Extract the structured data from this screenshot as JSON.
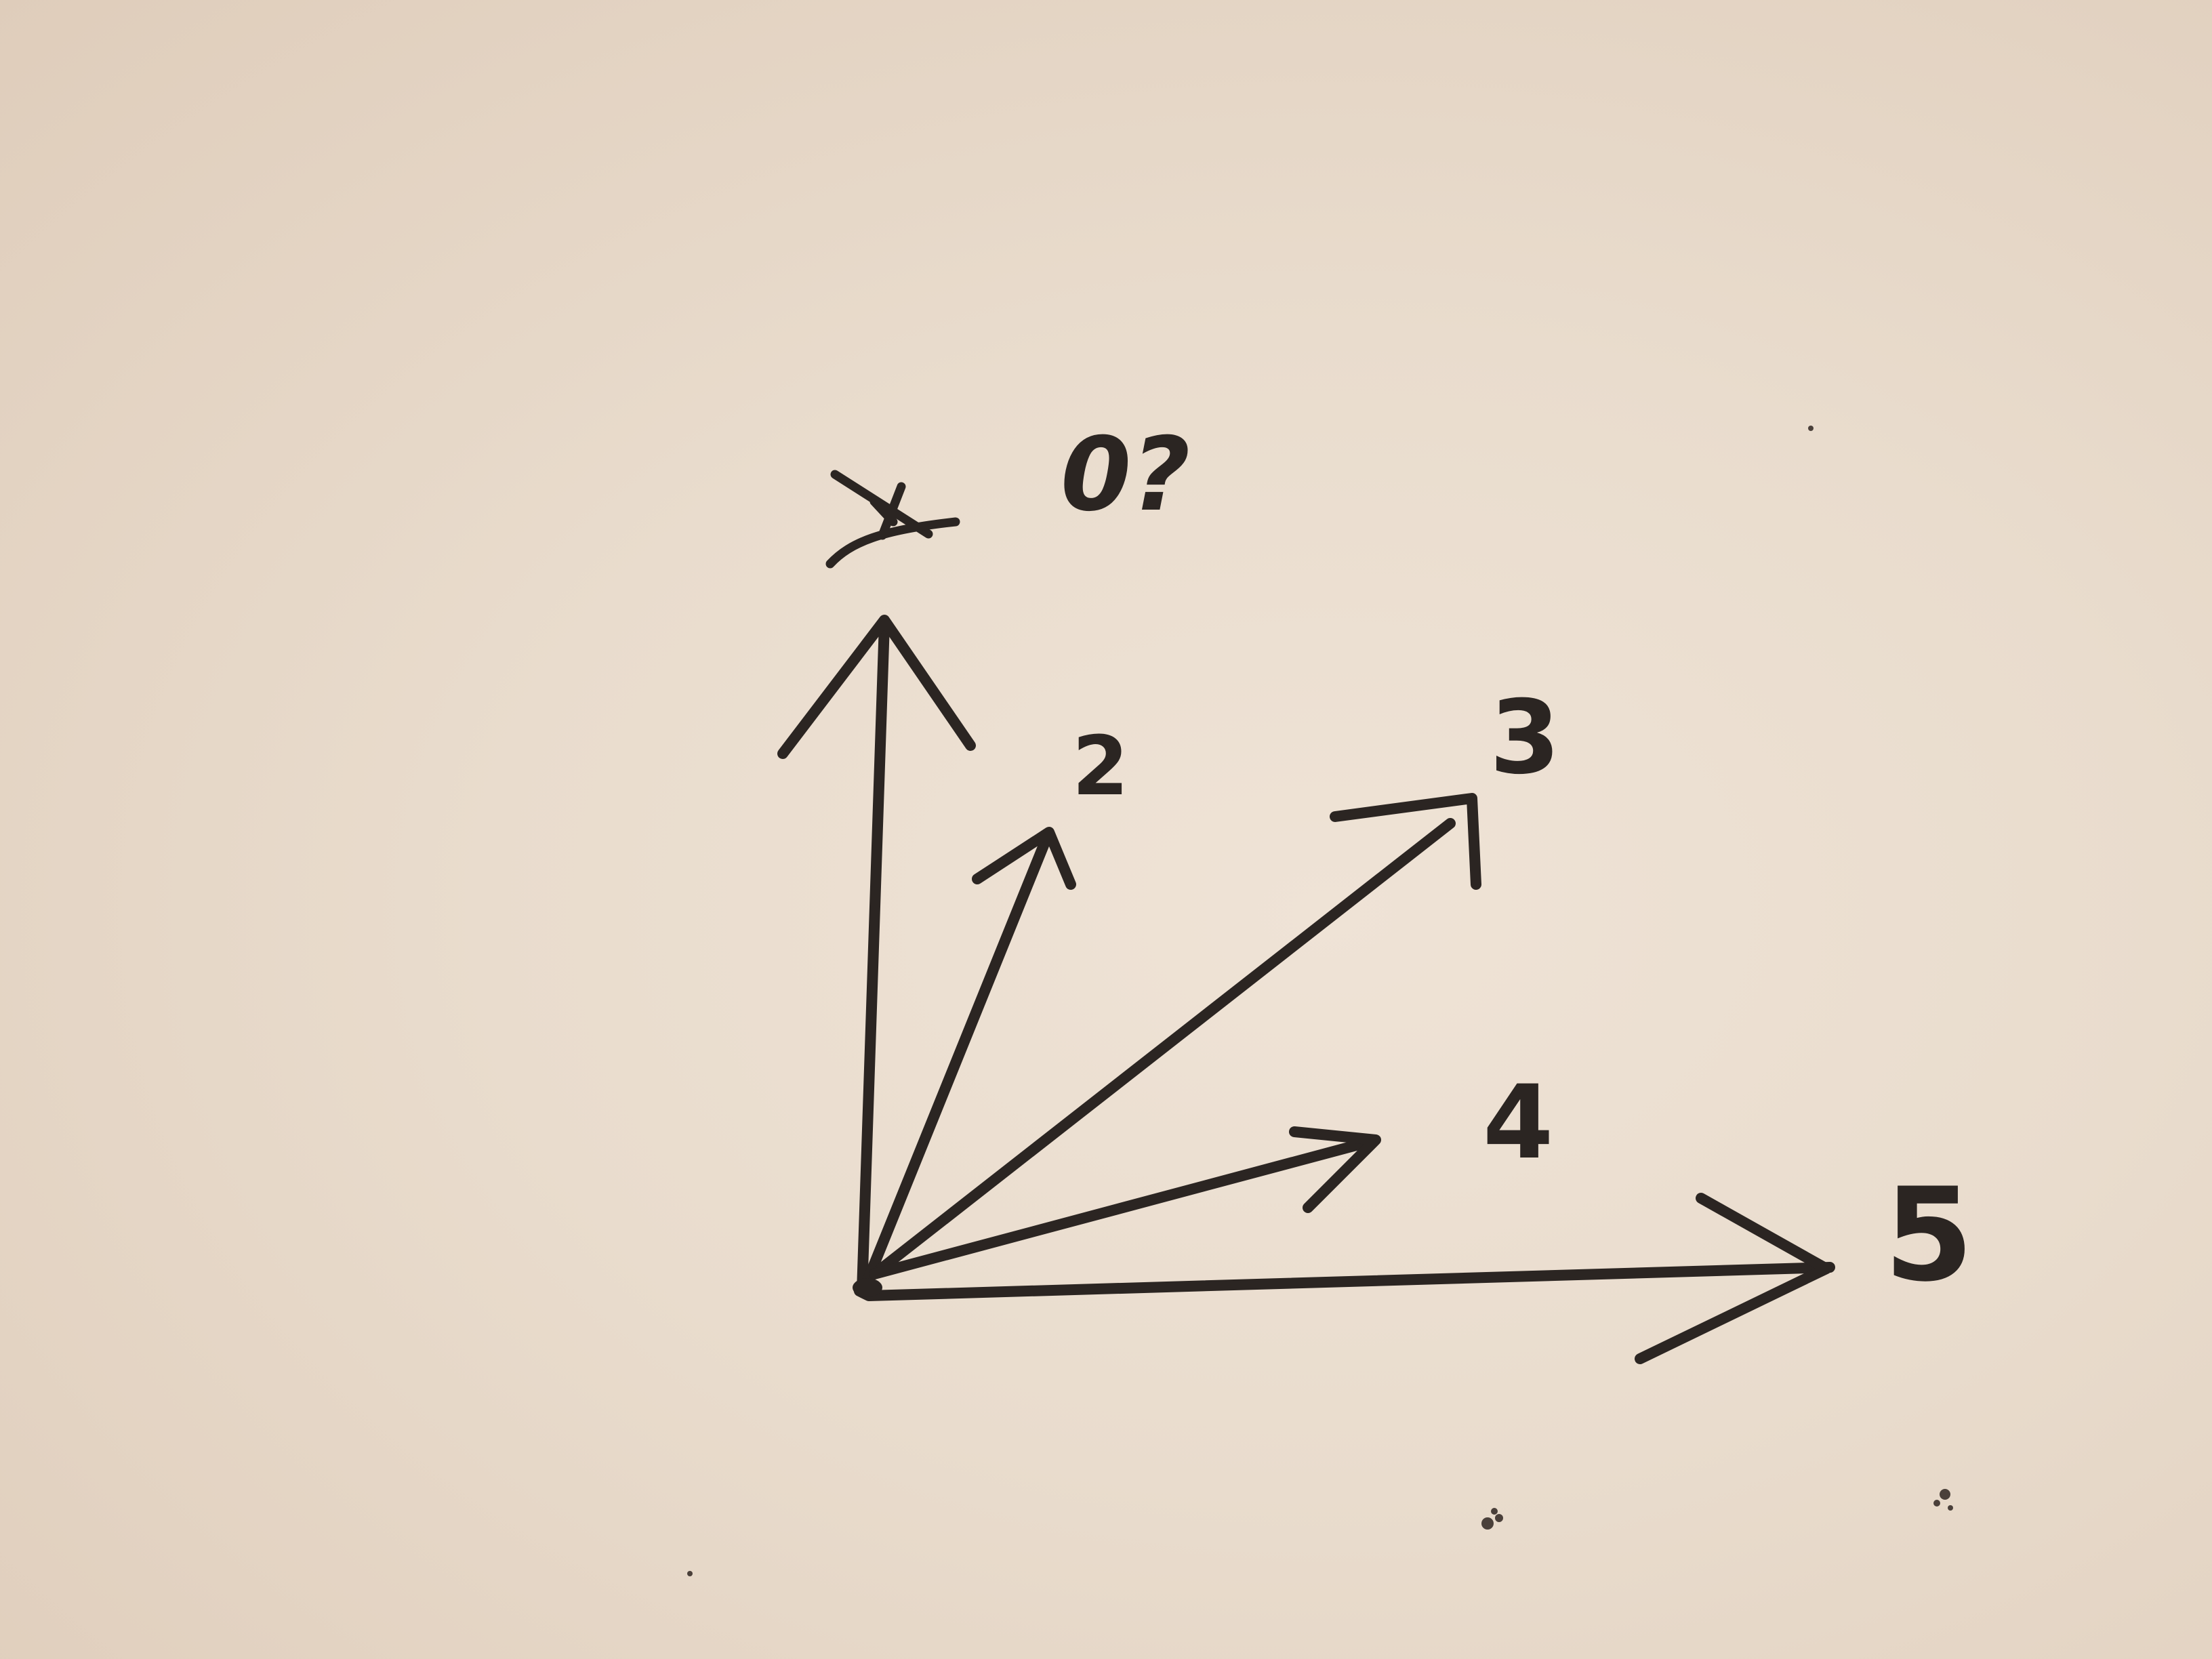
{
  "diagram": {
    "top_label": "0?",
    "labels": [
      "2",
      "3",
      "4",
      "5"
    ]
  }
}
